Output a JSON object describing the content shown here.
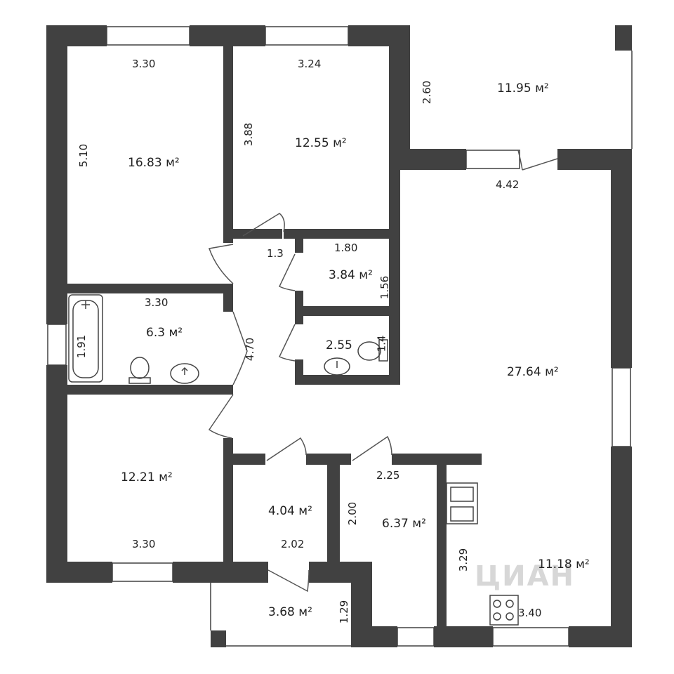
{
  "colors": {
    "wall": "#414141",
    "window": "#ffffff",
    "fixture_line": "#444444",
    "background": "#ffffff"
  },
  "watermark": "ЦИАН",
  "rooms": [
    {
      "id": "bedroom-1",
      "area": "16.83 м²",
      "dims": [
        "3.30",
        "5.10"
      ]
    },
    {
      "id": "bedroom-2",
      "area": "12.55 м²",
      "dims": [
        "3.24",
        "3.88"
      ]
    },
    {
      "id": "balcony-top",
      "area": "11.95 м²",
      "dims": [
        "2.60",
        "4.42"
      ]
    },
    {
      "id": "hall-small",
      "dims": [
        "1.3"
      ]
    },
    {
      "id": "closet",
      "area": "3.84 м²",
      "dims": [
        "1.80",
        "1.56"
      ]
    },
    {
      "id": "bathroom",
      "area": "6.3 м²",
      "dims": [
        "3.30",
        "1.91"
      ]
    },
    {
      "id": "corridor",
      "dims": [
        "4.70"
      ]
    },
    {
      "id": "wc",
      "area": "2.55",
      "dims": [
        "1.4"
      ]
    },
    {
      "id": "living",
      "area": "27.64 м²"
    },
    {
      "id": "bedroom-3",
      "area": "12.21 м²",
      "dims": [
        "3.30"
      ]
    },
    {
      "id": "storage",
      "area": "4.04 м²",
      "dims": [
        "2.02"
      ]
    },
    {
      "id": "room-6",
      "area": "6.37 м²",
      "dims": [
        "2.25",
        "2.00"
      ]
    },
    {
      "id": "kitchen",
      "area": "11.18 м²",
      "dims": [
        "3.29",
        "3.40"
      ]
    },
    {
      "id": "balcony-bottom",
      "area": "3.68 м²",
      "dims": [
        "1.29"
      ]
    }
  ]
}
